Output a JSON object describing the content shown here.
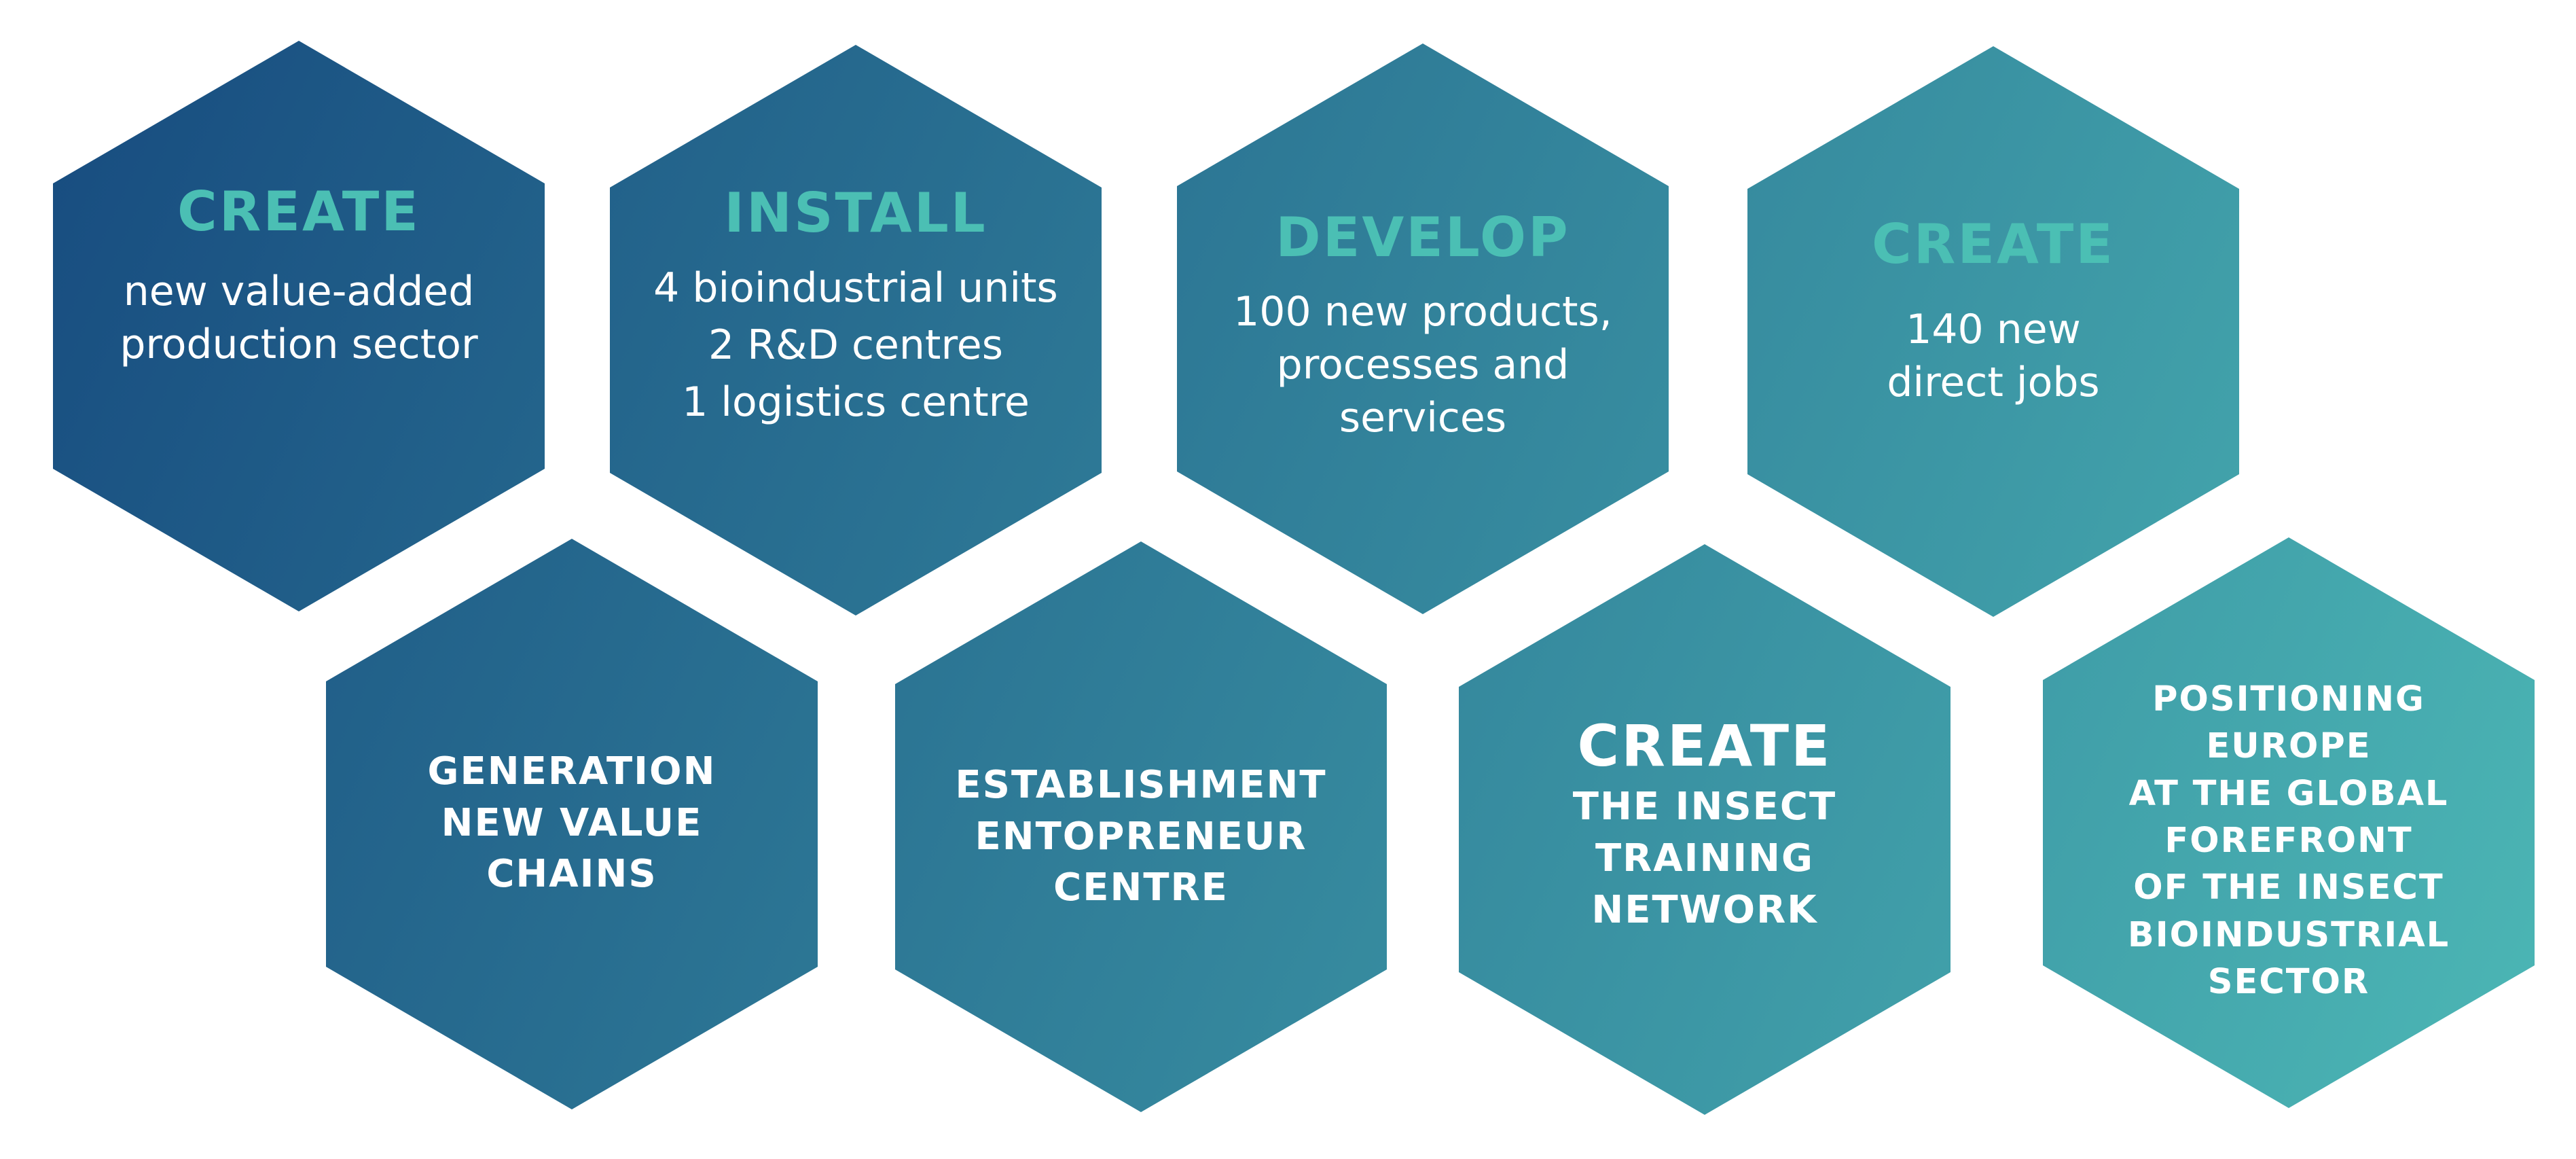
{
  "colors": {
    "hex_top": "#16497e",
    "hex_bottom": "#4db9b6",
    "title_accent": "#4bbfb4",
    "text": "#ffffff"
  },
  "hexagons": [
    {
      "title": "CREATE",
      "body": "new value-added\nproduction sector"
    },
    {
      "title": "INSTALL",
      "body": "4 bioindustrial units\n2 R&D centres\n1 logistics centre"
    },
    {
      "title": "DEVELOP",
      "body": "100 new products,\nprocesses and\nservices"
    },
    {
      "title": "CREATE",
      "body": "140 new\ndirect jobs"
    },
    {
      "caps": "GENERATION\nNEW VALUE\nCHAINS"
    },
    {
      "caps": "ESTABLISHMENT\nENTOPRENEUR\nCENTRE"
    },
    {
      "title": "CREATE",
      "caps": "THE INSECT\nTRAINING\nNETWORK"
    },
    {
      "caps": "POSITIONING\nEUROPE\nAT THE GLOBAL\nFOREFRONT\nOF THE INSECT\nBIOINDUSTRIAL\nSECTOR"
    }
  ]
}
